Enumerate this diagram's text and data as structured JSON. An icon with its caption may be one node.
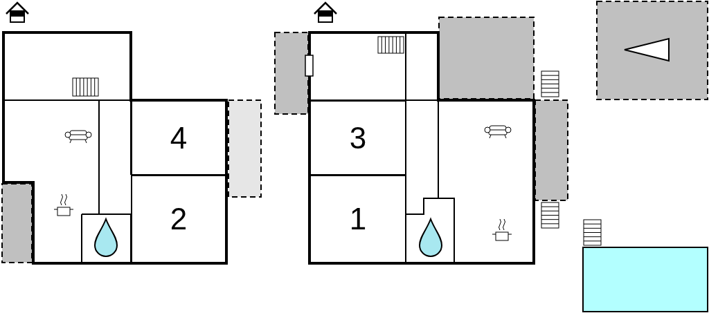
{
  "diagram": {
    "nodes": [
      {
        "text": [
          "4"
        ]
      },
      {
        "text": [
          "2"
        ]
      },
      {
        "text": [
          "3"
        ]
      },
      {
        "text": [
          "1"
        ]
      }
    ]
  }
}
